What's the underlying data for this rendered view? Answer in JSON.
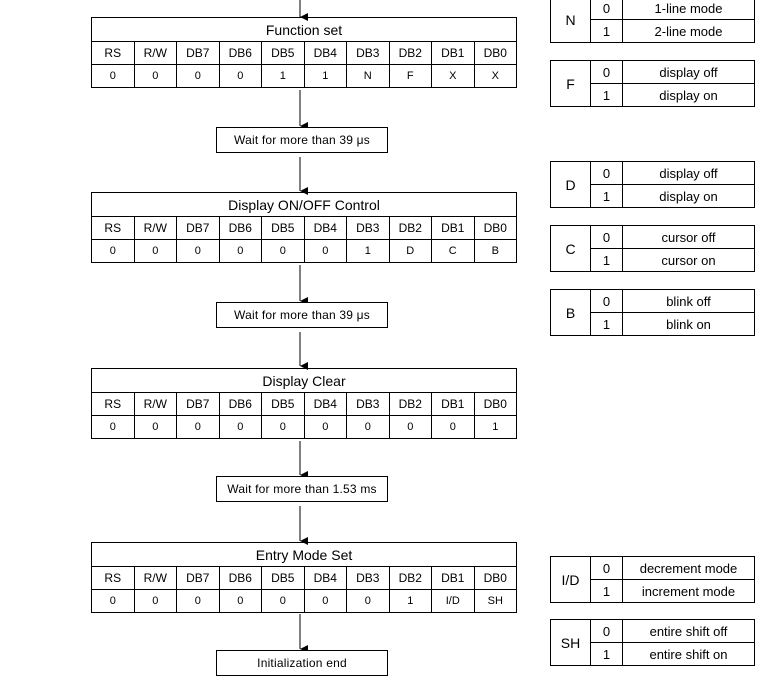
{
  "headers": [
    "RS",
    "R/W",
    "DB7",
    "DB6",
    "DB5",
    "DB4",
    "DB3",
    "DB2",
    "DB1",
    "DB0"
  ],
  "commands": [
    {
      "title": "Function set",
      "values": [
        "0",
        "0",
        "0",
        "0",
        "1",
        "1",
        "N",
        "F",
        "X",
        "X"
      ]
    },
    {
      "title": "Display ON/OFF Control",
      "values": [
        "0",
        "0",
        "0",
        "0",
        "0",
        "0",
        "1",
        "D",
        "C",
        "B"
      ]
    },
    {
      "title": "Display Clear",
      "values": [
        "0",
        "0",
        "0",
        "0",
        "0",
        "0",
        "0",
        "0",
        "0",
        "1"
      ]
    },
    {
      "title": "Entry Mode Set",
      "values": [
        "0",
        "0",
        "0",
        "0",
        "0",
        "0",
        "0",
        "1",
        "I/D",
        "SH"
      ]
    }
  ],
  "waits": [
    "Wait for more than 39 μs",
    "Wait for more than 39 μs",
    "Wait for more than 1.53 ms"
  ],
  "end_label": "Initialization end",
  "legends": [
    {
      "symbol": "N",
      "rows": [
        {
          "bit": "0",
          "desc": "1-line mode"
        },
        {
          "bit": "1",
          "desc": "2-line mode"
        }
      ]
    },
    {
      "symbol": "F",
      "rows": [
        {
          "bit": "0",
          "desc": "display off"
        },
        {
          "bit": "1",
          "desc": "display on"
        }
      ]
    },
    {
      "symbol": "D",
      "rows": [
        {
          "bit": "0",
          "desc": "display off"
        },
        {
          "bit": "1",
          "desc": "display on"
        }
      ]
    },
    {
      "symbol": "C",
      "rows": [
        {
          "bit": "0",
          "desc": "cursor off"
        },
        {
          "bit": "1",
          "desc": "cursor on"
        }
      ]
    },
    {
      "symbol": "B",
      "rows": [
        {
          "bit": "0",
          "desc": "blink off"
        },
        {
          "bit": "1",
          "desc": "blink on"
        }
      ]
    },
    {
      "symbol": "I/D",
      "rows": [
        {
          "bit": "0",
          "desc": "decrement mode"
        },
        {
          "bit": "1",
          "desc": "increment mode"
        }
      ]
    },
    {
      "symbol": "SH",
      "rows": [
        {
          "bit": "0",
          "desc": "entire shift off"
        },
        {
          "bit": "1",
          "desc": "entire shift on"
        }
      ]
    }
  ]
}
